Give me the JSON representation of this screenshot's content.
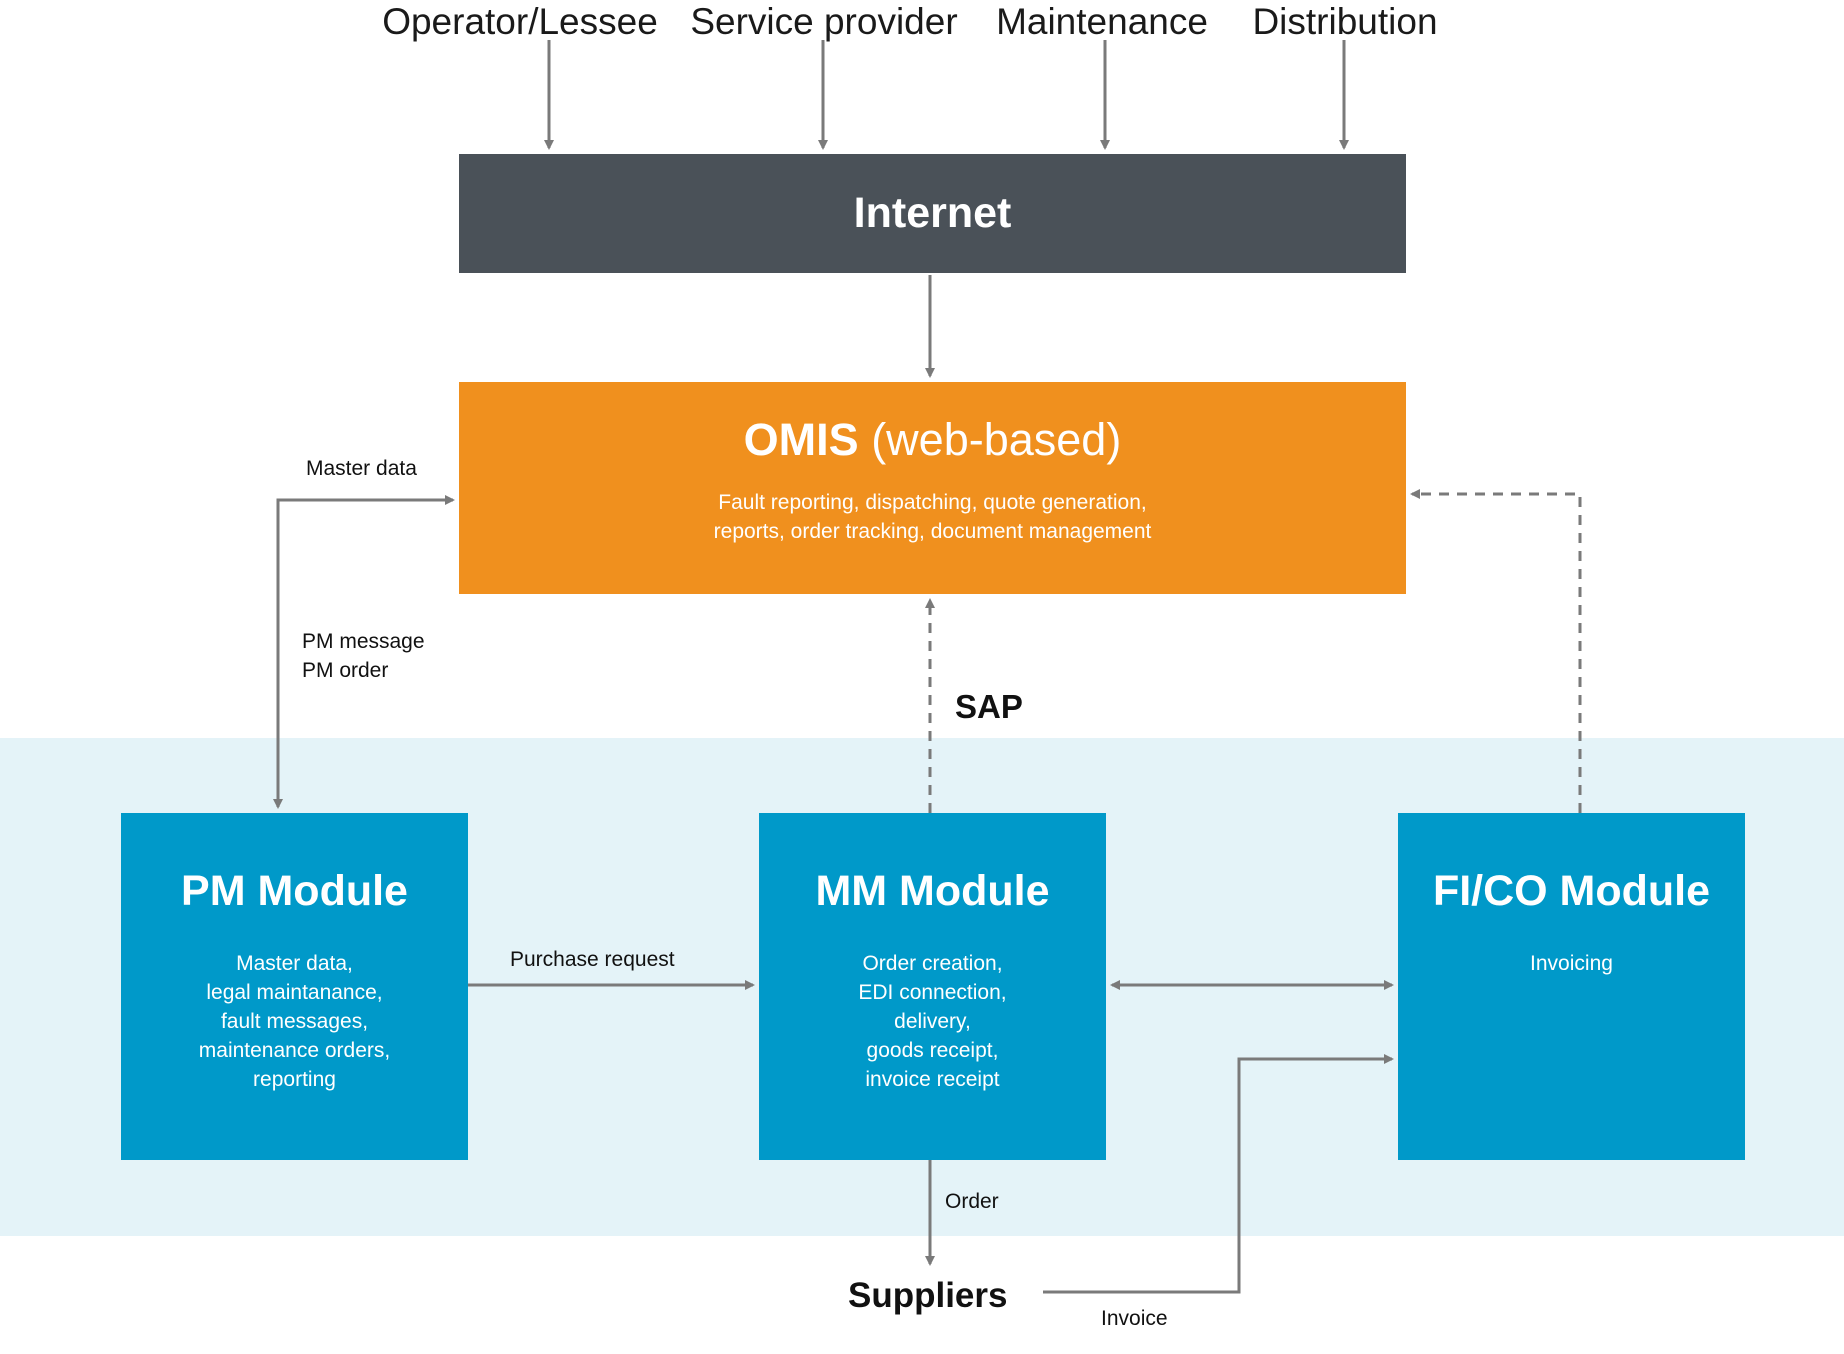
{
  "actors": [
    "Operator/Lessee",
    "Service provider",
    "Maintenance",
    "Distribution"
  ],
  "internet": {
    "title": "Internet"
  },
  "omis": {
    "title_bold": "OMIS",
    "title_rest": " (web-based)",
    "description": "Fault reporting, dispatching, quote generation,\nreports, order tracking, document management"
  },
  "sap_label": "SAP",
  "modules": {
    "pm": {
      "title": "PM Module",
      "description": "Master data,\nlegal maintanance,\nfault messages,\nmaintenance orders,\nreporting"
    },
    "mm": {
      "title": "MM Module",
      "description": "Order creation,\nEDI connection,\ndelivery,\ngoods receipt,\ninvoice receipt"
    },
    "fico": {
      "title": "FI/CO Module",
      "description": "Invoicing"
    }
  },
  "edge_labels": {
    "master_data": "Master data",
    "pm_message": "PM message\nPM order",
    "purchase_request": "Purchase request",
    "order": "Order",
    "invoice": "Invoice"
  },
  "suppliers": "Suppliers",
  "colors": {
    "internet": "#4a5158",
    "omis": "#f0901e",
    "module": "#0099c9",
    "sap_band": "#e4f3f8",
    "arrow": "#7a7a7a"
  }
}
